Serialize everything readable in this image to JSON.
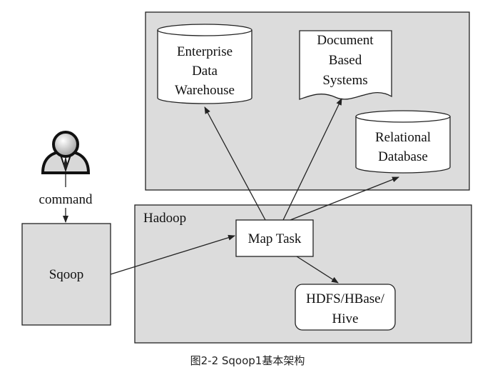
{
  "colors": {
    "panel_fill": "#dcdcdc",
    "stroke": "#222222",
    "node_fill": "#ffffff",
    "text": "#111111"
  },
  "user": {
    "icon": "user-icon",
    "command_label": "command"
  },
  "sqoop": {
    "label": "Sqoop"
  },
  "hadoop": {
    "label": "Hadoop",
    "map_task": "Map Task",
    "hdfs": [
      "HDFS/HBase/",
      "Hive"
    ]
  },
  "targets": {
    "enterprise_dw": [
      "Enterprise",
      "Data",
      "Warehouse"
    ],
    "document_systems": [
      "Document",
      "Based",
      "Systems"
    ],
    "relational_db": [
      "Relational",
      "Database"
    ]
  },
  "caption": "图2-2 Sqoop1基本架构"
}
